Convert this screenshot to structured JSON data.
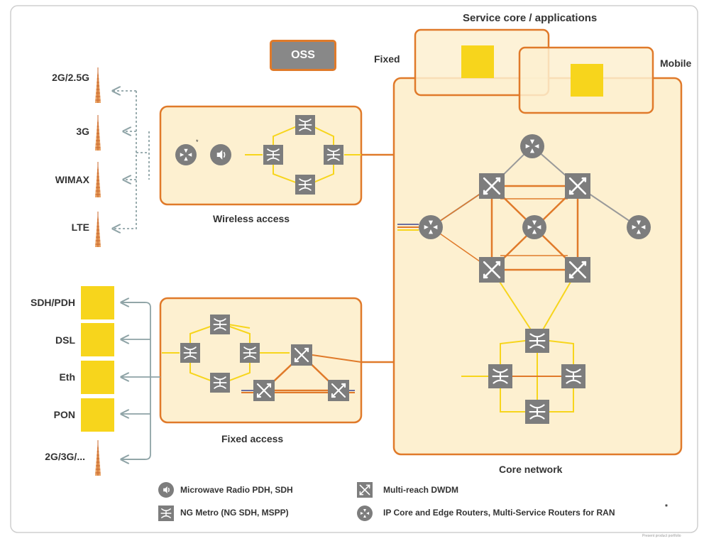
{
  "diagram": {
    "title": "Service core / applications",
    "service_labels": {
      "fixed": "Fixed",
      "mobile": "Mobile"
    },
    "oss": "OSS",
    "section_labels": {
      "wireless_access": "Wireless access",
      "fixed_access": "Fixed access",
      "core_network": "Core network"
    },
    "wireless_techs": [
      "2G/2.5G",
      "3G",
      "WIMAX",
      "LTE"
    ],
    "fixed_techs": [
      "SDH/PDH",
      "DSL",
      "Eth",
      "PON",
      "2G/3G/..."
    ],
    "legend": {
      "microwave": "Microwave Radio PDH, SDH",
      "ng_metro": "NG Metro (NG SDH, MSPP)",
      "dwdm": "Multi-reach DWDM",
      "ip_routers": "IP Core and Edge Routers, Multi-Service Routers for RAN",
      "asterisk": "*"
    },
    "footnote": "Present product portfolio"
  },
  "colors": {
    "orange": "#e07a2a",
    "yellow": "#f7d51c",
    "box_fill": "#fdf0d0",
    "node_gray": "#7d7d7d",
    "link_gray": "#9aa6a8"
  },
  "icons": [
    "antenna-icon",
    "microwave-radio-icon",
    "ng-metro-icon",
    "dwdm-icon",
    "ip-router-icon"
  ]
}
